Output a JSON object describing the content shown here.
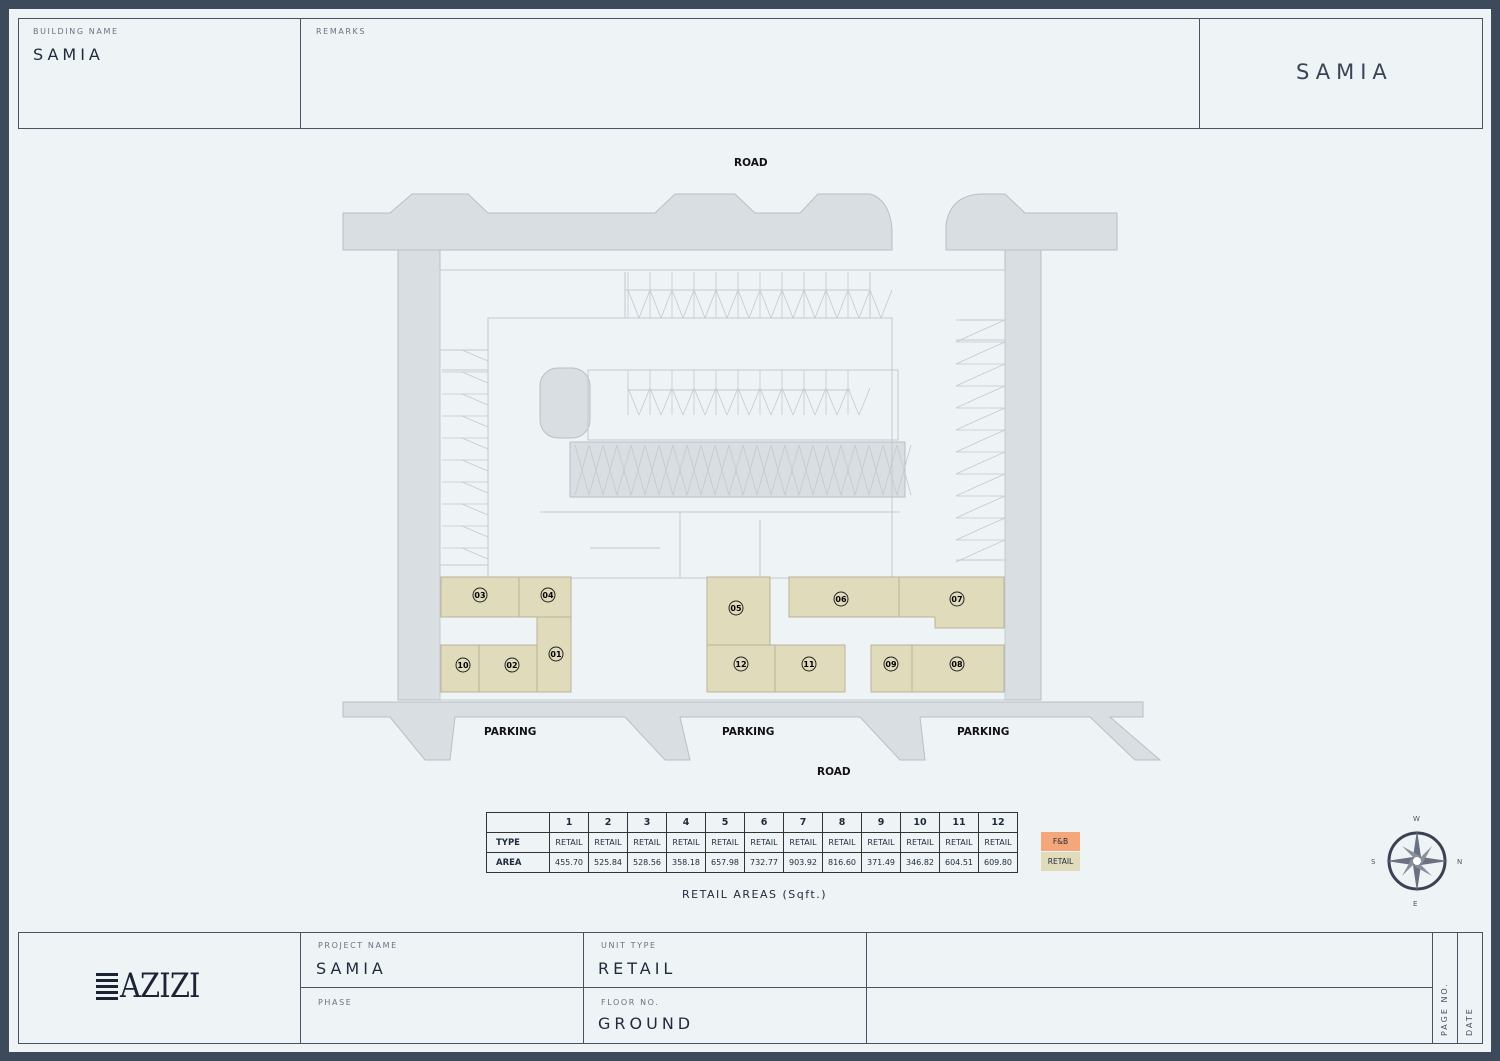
{
  "header": {
    "building_name_label": "BUILDING NAME",
    "building_name": "SAMIA",
    "remarks_label": "REMARKS",
    "remarks": "",
    "title": "SAMIA"
  },
  "plan": {
    "road_top": "ROAD",
    "road_bottom": "ROAD",
    "parking_labels": [
      "PARKING",
      "PARKING",
      "PARKING"
    ],
    "units": [
      "03",
      "04",
      "01",
      "10",
      "02",
      "05",
      "06",
      "07",
      "12",
      "11",
      "09",
      "08"
    ],
    "retail_color": "#e0dbbb",
    "fnb_color": "#f4a77a"
  },
  "table": {
    "header": [
      "1",
      "2",
      "3",
      "4",
      "5",
      "6",
      "7",
      "8",
      "9",
      "10",
      "11",
      "12"
    ],
    "type_label": "TYPE",
    "types": [
      "RETAIL",
      "RETAIL",
      "RETAIL",
      "RETAIL",
      "RETAIL",
      "RETAIL",
      "RETAIL",
      "RETAIL",
      "RETAIL",
      "RETAIL",
      "RETAIL",
      "RETAIL"
    ],
    "area_label": "AREA",
    "areas": [
      "455.70",
      "525.84",
      "528.56",
      "358.18",
      "657.98",
      "732.77",
      "903.92",
      "816.60",
      "371.49",
      "346.82",
      "604.51",
      "609.80"
    ],
    "caption": "RETAIL AREAS (Sqft.)"
  },
  "legend": {
    "fnb": "F&B",
    "retail": "RETAIL"
  },
  "compass": {
    "w": "W",
    "s": "S",
    "n": "N",
    "e": "E"
  },
  "footer": {
    "logo": "AZIZI",
    "project_name_label": "PROJECT NAME",
    "project_name": "SAMIA",
    "unit_type_label": "UNIT TYPE",
    "unit_type": "RETAIL",
    "phase_label": "PHASE",
    "phase": "",
    "floor_label": "FLOOR NO.",
    "floor": "GROUND",
    "page_label": "PAGE NO.",
    "date_label": "DATE"
  }
}
